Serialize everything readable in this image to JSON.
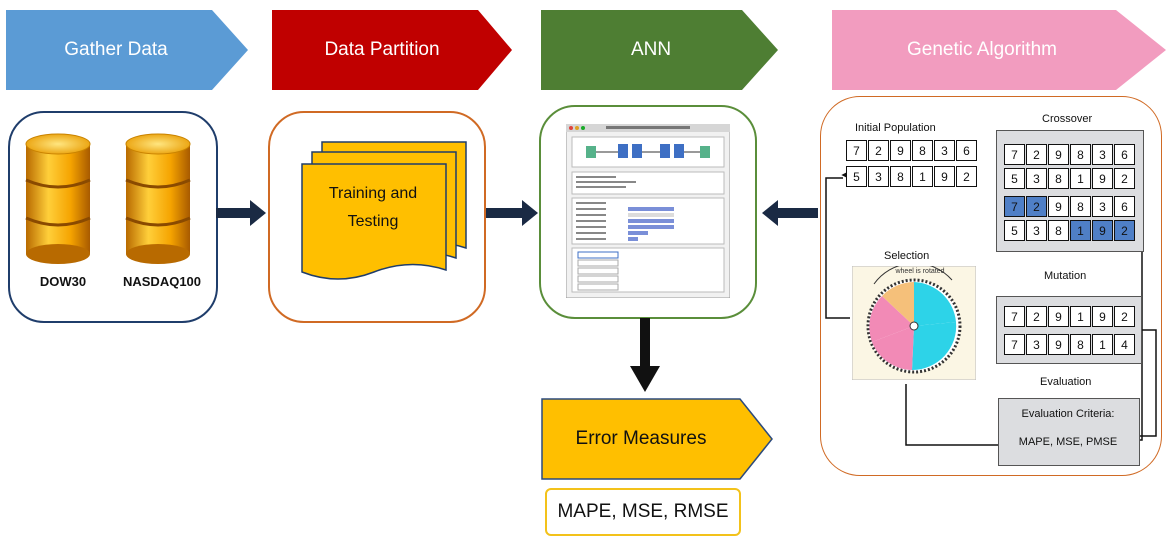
{
  "stages": [
    {
      "label": "Gather Data",
      "color": "#5b9bd5"
    },
    {
      "label": "Data Partition",
      "color": "#c00000"
    },
    {
      "label": "ANN",
      "color": "#4e7e33"
    },
    {
      "label": "Genetic Algorithm",
      "color": "#f29cbf"
    }
  ],
  "gather": {
    "databases": [
      "DOW30",
      "NASDAQ100"
    ]
  },
  "partition": {
    "document_label": "Training and Testing"
  },
  "error": {
    "title": "Error Measures",
    "metrics": "MAPE, MSE, RMSE"
  },
  "ga": {
    "initial_population": {
      "title": "Initial Population",
      "rows": [
        [
          "7",
          "2",
          "9",
          "8",
          "3",
          "6"
        ],
        [
          "5",
          "3",
          "8",
          "1",
          "9",
          "2"
        ]
      ]
    },
    "crossover": {
      "title": "Crossover",
      "rows": [
        [
          "7",
          "2",
          "9",
          "8",
          "3",
          "6"
        ],
        [
          "5",
          "3",
          "8",
          "1",
          "9",
          "2"
        ],
        [
          "7",
          "2",
          "9",
          "8",
          "3",
          "6"
        ],
        [
          "5",
          "3",
          "8",
          "1",
          "9",
          "2"
        ]
      ],
      "highlight": [
        [],
        [],
        [
          0,
          1
        ],
        [
          3,
          4,
          5
        ]
      ]
    },
    "selection": {
      "title": "Selection",
      "wheel_text": "wheel is rotated"
    },
    "mutation": {
      "title": "Mutation",
      "rows": [
        [
          "7",
          "2",
          "9",
          "1",
          "9",
          "2"
        ],
        [
          "7",
          "3",
          "9",
          "8",
          "1",
          "4"
        ]
      ]
    },
    "evaluation": {
      "title": "Evaluation",
      "criteria_title": "Evaluation Criteria:",
      "criteria": "MAPE, MSE, PMSE"
    }
  }
}
